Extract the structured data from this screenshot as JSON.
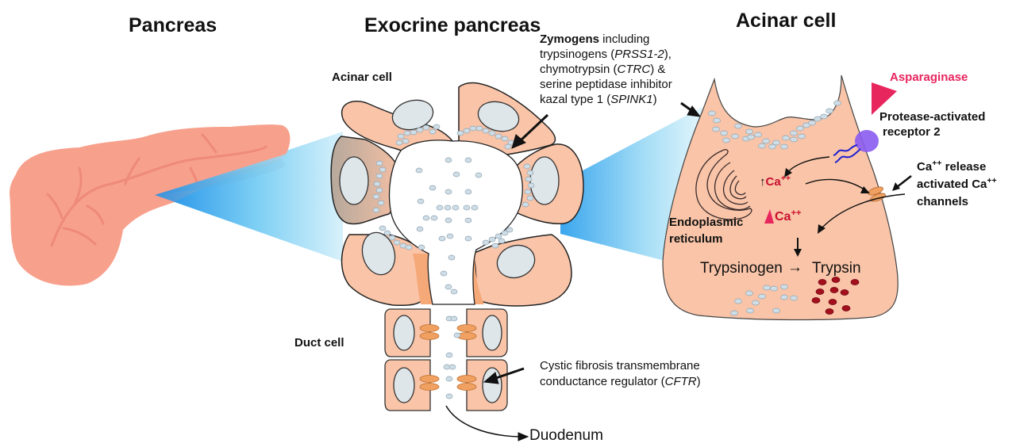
{
  "titles": {
    "pancreas": "Pancreas",
    "exocrine": "Exocrine pancreas",
    "acinar": "Acinar cell"
  },
  "labels": {
    "acinar_cell_small": "Acinar cell",
    "duct_cell": "Duct cell",
    "duodenum": "Duodenum",
    "zymogens": {
      "bold": "Zymogens",
      "line1_rest": " including",
      "line2_pre": "trypsinogens (",
      "line2_it": "PRSS1-2",
      "line2_post": "),",
      "line3_pre": "chymotrypsin (",
      "line3_it": "CTRC",
      "line3_post": ") &",
      "line4": "serine peptidase inhibitor",
      "line5_pre": "kazal type 1 (",
      "line5_it": "SPINK1",
      "line5_post": ")"
    },
    "cftr": {
      "line1": "Cystic fibrosis transmembrane",
      "line2_pre": "conductance regulator (",
      "line2_it": "CFTR",
      "line2_post": ")"
    },
    "asparaginase": "Asparaginase",
    "par2": {
      "line1": "Protease-activated",
      "line2": "receptor 2"
    },
    "crac": {
      "line1_pre": "Ca",
      "line1_sup": "++",
      "line1_post": " release",
      "line2_pre": "activated Ca",
      "line2_sup": "++",
      "line3": "channels"
    },
    "er": {
      "line1": "Endoplasmic",
      "line2": "reticulum"
    },
    "ca_up": {
      "arrow": "↑",
      "text": "Ca",
      "sup": "++"
    },
    "ca_big": {
      "text": "Ca",
      "sup": "++"
    },
    "trypsinogen": "Trypsinogen",
    "trypsin": "Trypsin",
    "conversion_arrow": "→",
    "down_arrow": "↓"
  },
  "colors": {
    "pancreas": "#f7a08c",
    "cell": "#f9c4a8",
    "cell_dark": "#f5a878",
    "nucleus": "#dfe6ea",
    "granule": "#cfdde6",
    "trypsin_granule": "#a3101c",
    "ca_red": "#c8102e",
    "asparaginase": "#e8265e",
    "receptor": "#8a5cf0",
    "receptor_line": "#2020d0",
    "channel": "#f0a060",
    "beam": "#2fa4ef"
  }
}
